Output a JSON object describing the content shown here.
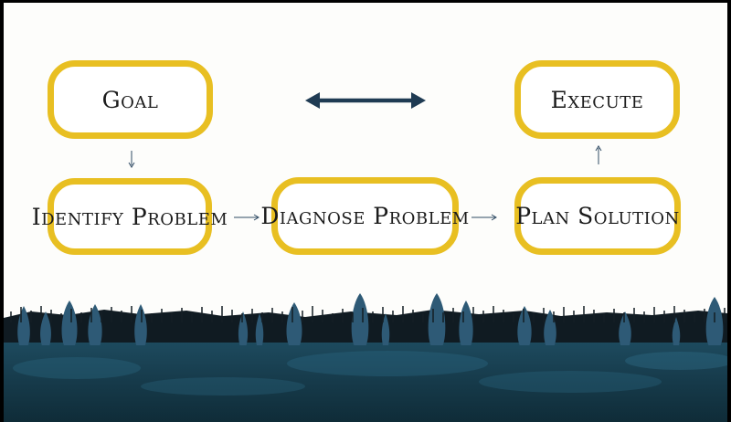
{
  "nodes": {
    "goal": "Goal",
    "identify": "Identify Problem",
    "diagnose": "Diagnose Problem",
    "plan": "Plan Solution",
    "execute": "Execute"
  },
  "colors": {
    "node_border": "#e8bf22",
    "double_arrow": "#1f3b53",
    "connector": "#2f4a63",
    "ground": "#163848",
    "trees": "#2e5a76"
  }
}
